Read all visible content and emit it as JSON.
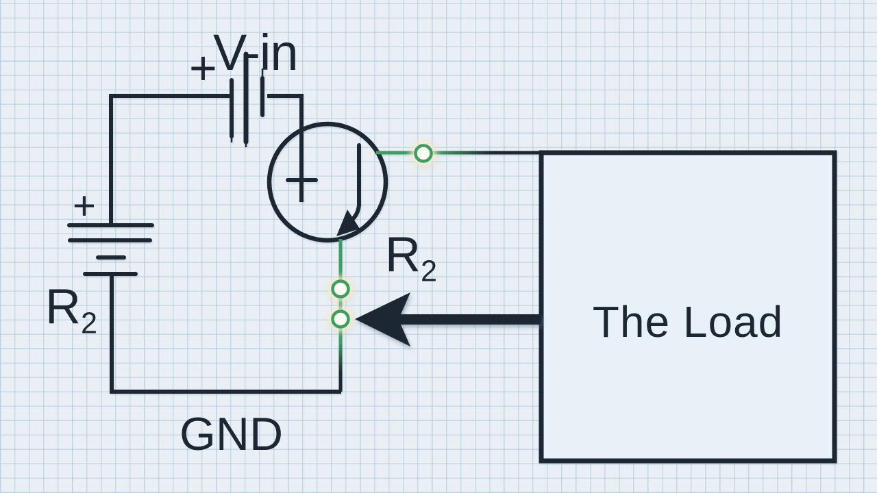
{
  "colors": {
    "ink": "#1c2733",
    "green": "#3f9c63",
    "paper": "#e9eff5",
    "grid_line": "#c9dbe7",
    "load_fill": "#e9f1f8",
    "node_fill": "#fbfdf3",
    "node_glow": "#fff3cf"
  },
  "labels": {
    "supply_plus": "+",
    "v_in": "V-in",
    "battery_plus": "+",
    "r2_left": {
      "base": "R",
      "sub": "2"
    },
    "r2_right": {
      "base": "R",
      "sub": "2"
    },
    "gnd": "GND",
    "load": "The Load"
  }
}
